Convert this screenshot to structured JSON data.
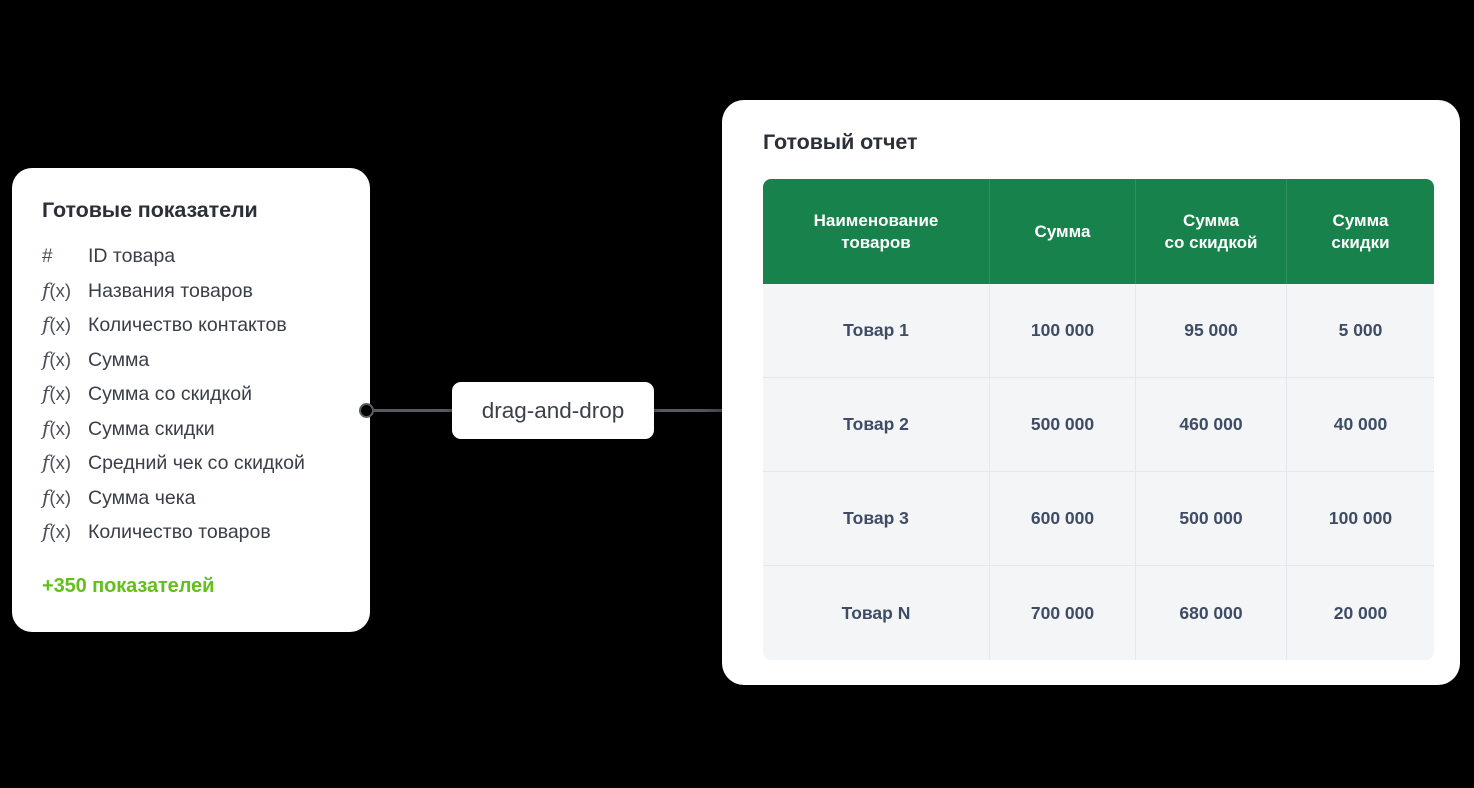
{
  "background_color": "#000000",
  "accent_colors": {
    "table_header_green": "#18824c",
    "highlight_green": "#63c01a",
    "body_text": "#3f4c66",
    "title_text": "#2b2f38"
  },
  "metrics_card": {
    "title": "Готовые показатели",
    "items": [
      {
        "marker": "#",
        "marker_type": "hash",
        "label": "ID товара"
      },
      {
        "marker": "f(x)",
        "marker_type": "formula",
        "label": "Названия товаров"
      },
      {
        "marker": "f(x)",
        "marker_type": "formula",
        "label": "Количество контактов"
      },
      {
        "marker": "f(x)",
        "marker_type": "formula",
        "label": "Сумма"
      },
      {
        "marker": "f(x)",
        "marker_type": "formula",
        "label": "Сумма со скидкой"
      },
      {
        "marker": "f(x)",
        "marker_type": "formula",
        "label": "Сумма скидки"
      },
      {
        "marker": "f(x)",
        "marker_type": "formula",
        "label": "Средний чек со скидкой"
      },
      {
        "marker": "f(x)",
        "marker_type": "formula",
        "label": "Сумма чека"
      },
      {
        "marker": "f(x)",
        "marker_type": "formula",
        "label": "Количество товаров"
      }
    ],
    "more_label": "+350 показателей"
  },
  "connector": {
    "label": "drag-and-drop",
    "left_handle": "connector-dot-left",
    "right_handle": "connector-dot-right"
  },
  "report_card": {
    "title": "Готовый отчет",
    "table": {
      "columns": [
        {
          "line1": "Наименование",
          "line2": "товаров"
        },
        {
          "line1": "Сумма",
          "line2": ""
        },
        {
          "line1": "Сумма",
          "line2": "со скидкой"
        },
        {
          "line1": "Сумма",
          "line2": "скидки"
        }
      ],
      "rows": [
        {
          "name": "Товар 1",
          "sum": "100 000",
          "sum_discounted": "95 000",
          "discount": "5 000"
        },
        {
          "name": "Товар 2",
          "sum": "500 000",
          "sum_discounted": "460 000",
          "discount": "40 000"
        },
        {
          "name": "Товар 3",
          "sum": "600 000",
          "sum_discounted": "500 000",
          "discount": "100 000"
        },
        {
          "name": "Товар N",
          "sum": "700 000",
          "sum_discounted": "680 000",
          "discount": "20 000"
        }
      ]
    }
  }
}
